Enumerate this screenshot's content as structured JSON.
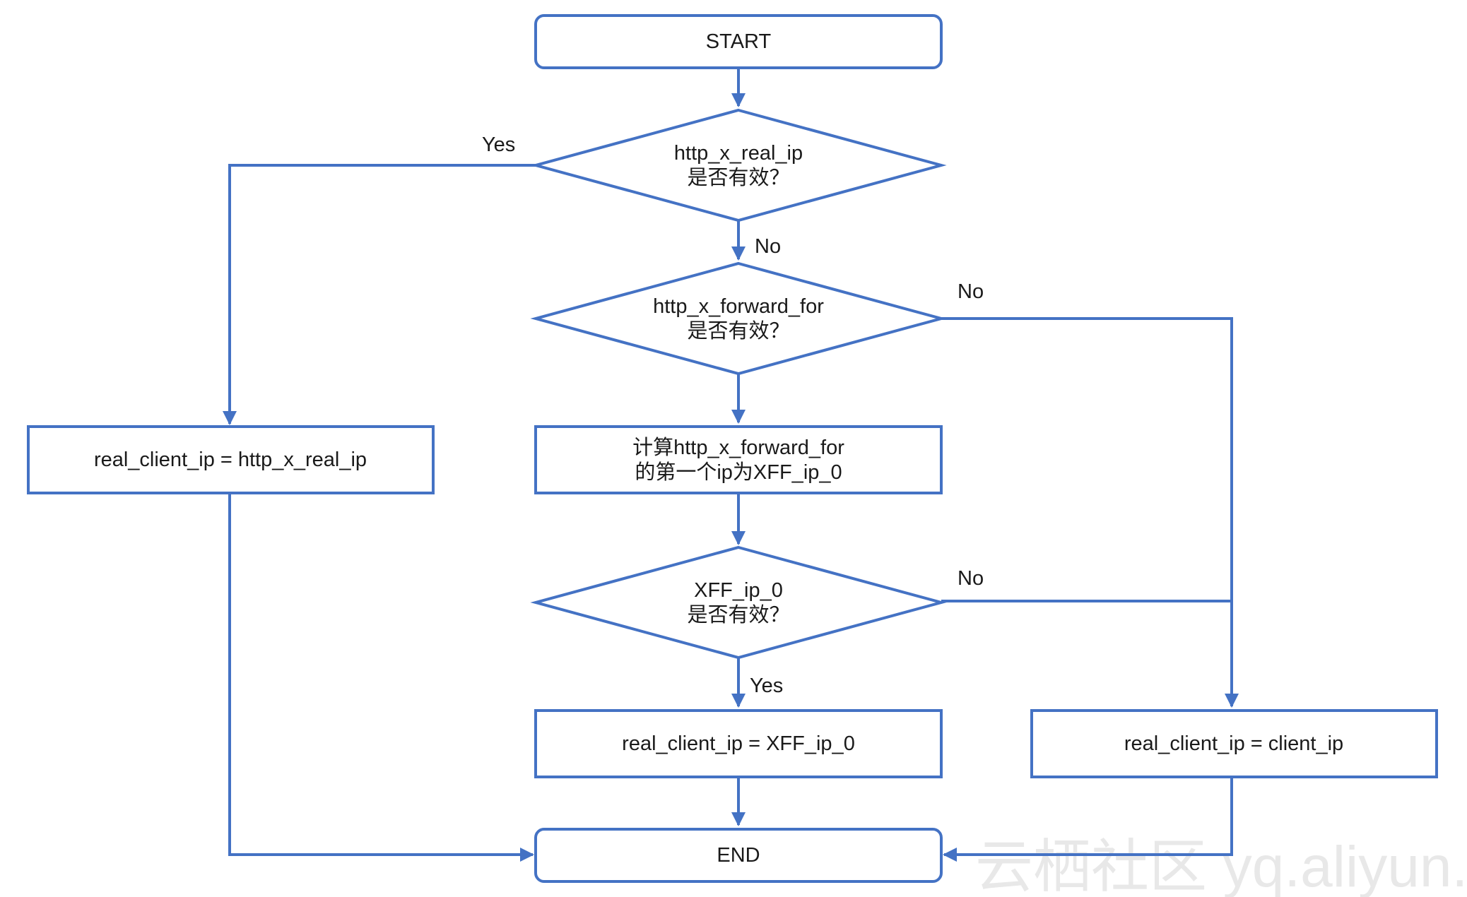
{
  "nodes": {
    "start": "START",
    "decision1": {
      "line1": "http_x_real_ip",
      "line2": "是否有效？"
    },
    "decision2": {
      "line1": "http_x_forward_for",
      "line2": "是否有效？"
    },
    "compute": {
      "line1": "计算http_x_forward_for",
      "line2": "的第一个ip为XFF_ip_0"
    },
    "decision3": {
      "line1": "XFF_ip_0",
      "line2": "是否有效？"
    },
    "assign_real": "real_client_ip = http_x_real_ip",
    "assign_xff": "real_client_ip = XFF_ip_0",
    "assign_client": "real_client_ip = client_ip",
    "end": "END"
  },
  "labels": {
    "d1_yes": "Yes",
    "d1_no": "No",
    "d2_no": "No",
    "d3_no": "No",
    "d3_yes": "Yes"
  },
  "watermark": "云栖社区 yq.aliyun.com",
  "colors": {
    "stroke": "#4472c4",
    "text": "#1a1a1a"
  }
}
